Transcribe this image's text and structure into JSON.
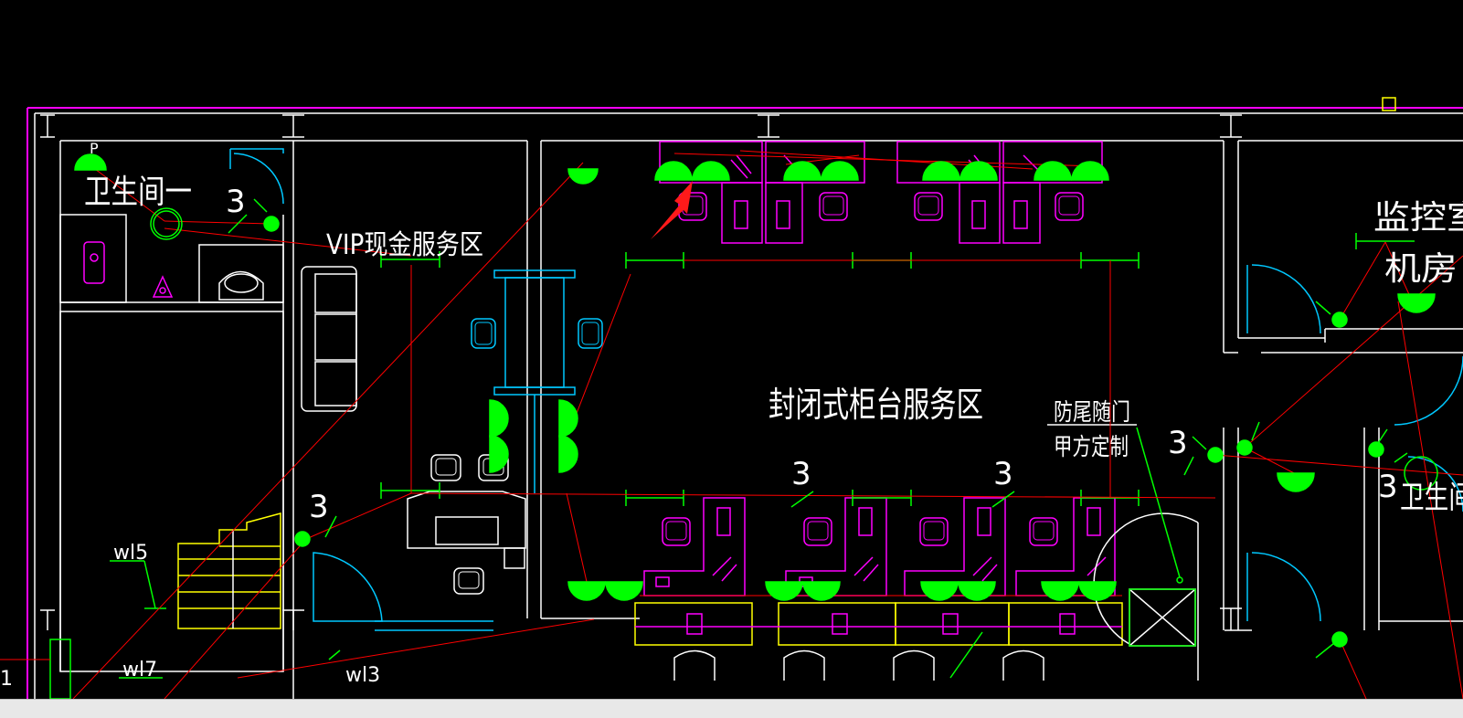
{
  "colors": {
    "background": "#000000",
    "wall": "#ffffff",
    "boundary": "#ff00ff",
    "furniture": "#ff00ff",
    "light_fixture": "#00ff00",
    "wiring": "#ff0000",
    "door_swing": "#00c8ff",
    "stair": "#ffff00"
  },
  "labels": {
    "restroom": "卫生间一",
    "vip_cash_area": "VIP现金服务区",
    "closed_counter_area": "封闭式柜台服务区",
    "anti_tailgate_line1": "防尾随门",
    "anti_tailgate_line2": "甲方定制",
    "monitor_room": "监控室",
    "machine_room": "机房",
    "right_restroom": "卫生间",
    "p_mark": "P"
  },
  "circuit_labels": {
    "wl5": "wl5",
    "wl7": "wl7",
    "wl3": "wl3",
    "num_3": "3",
    "num_1": "1"
  },
  "icons": [
    "red-arrow-icon",
    "light-fixture-icon",
    "chair-icon",
    "door-swing-icon",
    "toilet-icon",
    "sink-icon",
    "stair-icon"
  ]
}
